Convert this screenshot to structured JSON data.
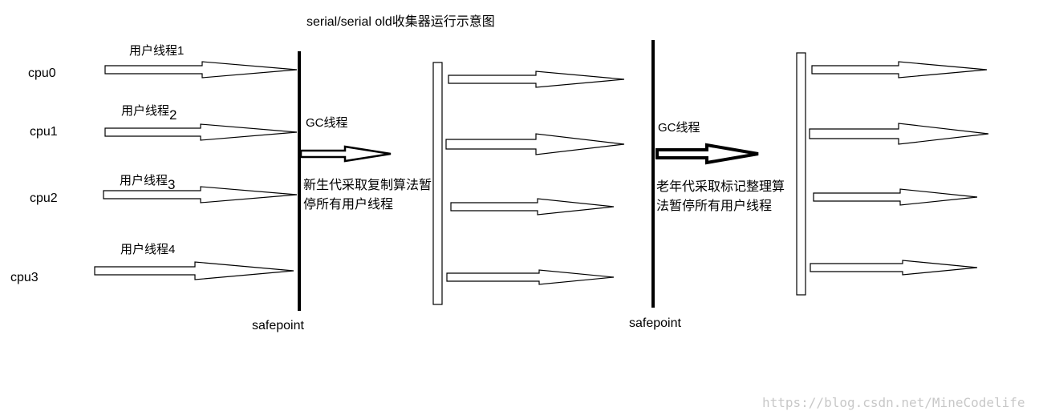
{
  "title": "serial/serial  old收集器运行示意图",
  "cpus": [
    "cpu0",
    "cpu1",
    "cpu2",
    "cpu3"
  ],
  "threads": [
    {
      "name": "用户线程",
      "num": "1",
      "sub": false
    },
    {
      "name": "用户线程",
      "num": "2",
      "sub": true
    },
    {
      "name": "用户线程",
      "num": "3",
      "sub": true
    },
    {
      "name": "用户线程",
      "num": "4",
      "sub": false
    }
  ],
  "gc_thread_label_1": "GC线程",
  "gc_thread_label_2": "GC线程",
  "young_gen_desc": "新生代采取复制算法暂停所有用户线程",
  "old_gen_desc": "老年代采取标记整理算法暂停所有用户线程",
  "safepoint_1": "safepoint",
  "safepoint_2": "safepoint",
  "watermark": "https://blog.csdn.net/MineCodelife",
  "colors": {
    "line": "#000000",
    "background": "#ffffff",
    "watermark": "#c8c8c8"
  }
}
